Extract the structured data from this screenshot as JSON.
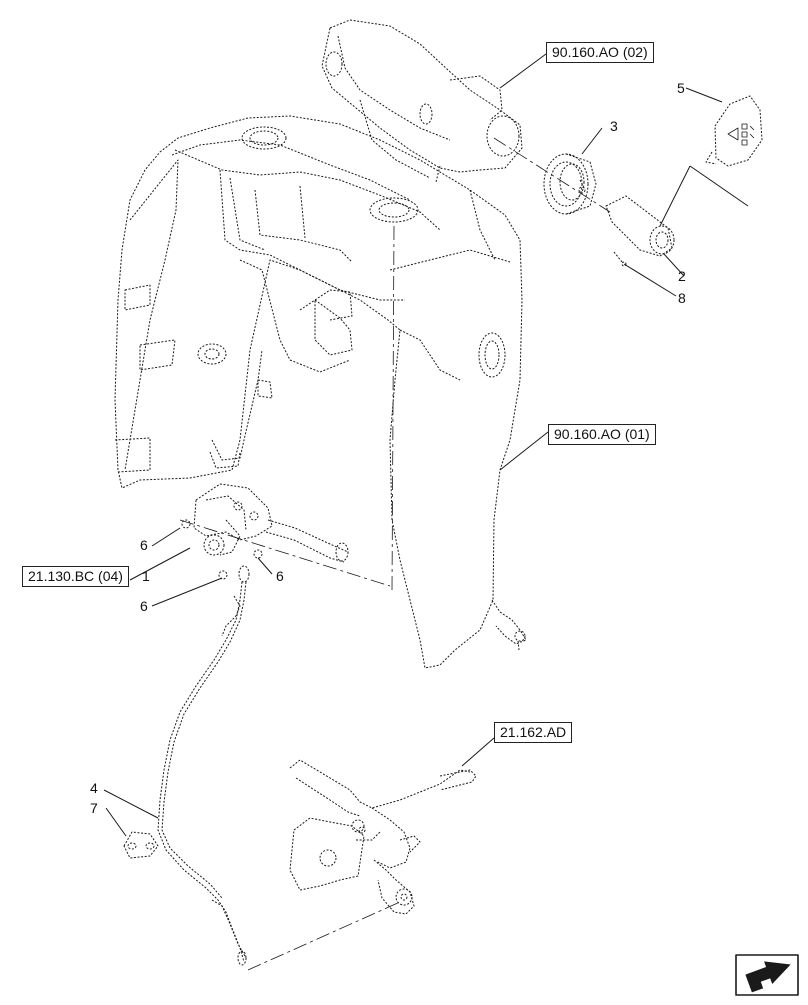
{
  "references": {
    "console_upper": "90.160.AO (02)",
    "console_main": "90.160.AO (01)",
    "shift_assembly": "21.130.BC (04)",
    "linkage": "21.162.AD"
  },
  "callouts": {
    "n1": "1",
    "n2": "2",
    "n3": "3",
    "n4": "4",
    "n5": "5",
    "n6a": "6",
    "n6b": "6",
    "n6c": "6",
    "n7": "7",
    "n8": "8"
  },
  "colors": {
    "line": "#1a1a1a",
    "dashed": "#333333",
    "fill": "#ffffff"
  },
  "icons": {
    "corner": "direction-arrow-icon",
    "cap_symbol": "shift-pattern-icon"
  }
}
